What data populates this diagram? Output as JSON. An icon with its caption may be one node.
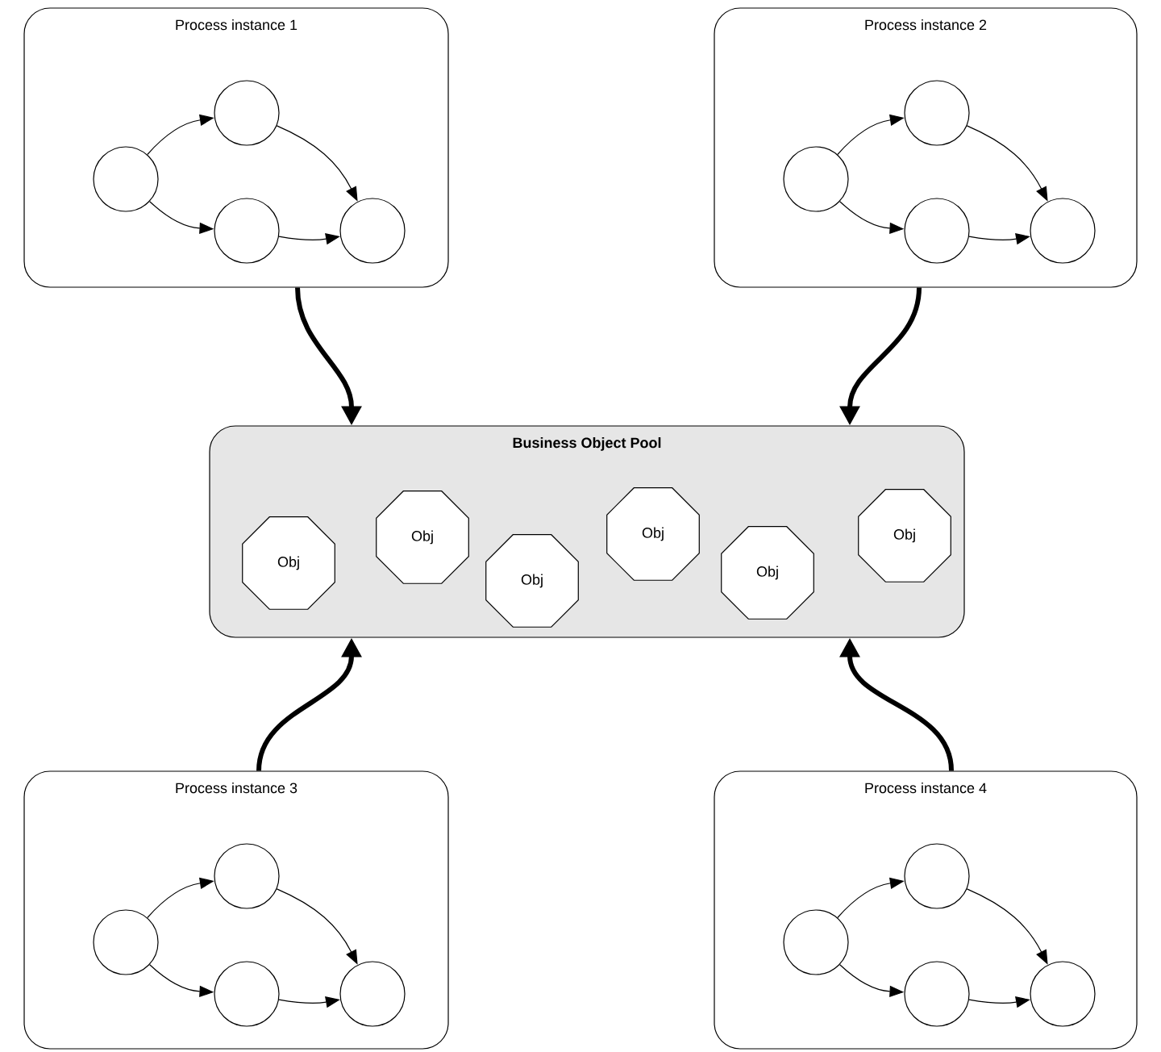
{
  "diagram": {
    "nodes": [
      {
        "text": [
          "Process instance 1"
        ]
      },
      {
        "text": [],
        "shape": "circle",
        "in": 0
      },
      {
        "text": [],
        "shape": "circle",
        "in": 0
      },
      {
        "text": [],
        "shape": "circle",
        "in": 0
      },
      {
        "text": [],
        "shape": "circle",
        "in": 0
      },
      {
        "text": [
          "Process instance 2"
        ]
      },
      {
        "text": [],
        "shape": "circle",
        "in": 5
      },
      {
        "text": [],
        "shape": "circle",
        "in": 5
      },
      {
        "text": [],
        "shape": "circle",
        "in": 5
      },
      {
        "text": [],
        "shape": "circle",
        "in": 5
      },
      {
        "text": [
          "Business Object Pool"
        ]
      },
      {
        "text": [
          "Obj"
        ],
        "in": 10
      },
      {
        "text": [
          "Obj"
        ],
        "in": 10
      },
      {
        "text": [
          "Obj"
        ],
        "in": 10
      },
      {
        "text": [
          "Obj"
        ],
        "in": 10
      },
      {
        "text": [
          "Obj"
        ],
        "in": 10
      },
      {
        "text": [
          "Obj"
        ],
        "in": 10
      },
      {
        "text": [
          "Process instance 3"
        ]
      },
      {
        "text": [],
        "shape": "circle",
        "in": 17
      },
      {
        "text": [],
        "shape": "circle",
        "in": 17
      },
      {
        "text": [],
        "shape": "circle",
        "in": 17
      },
      {
        "text": [],
        "shape": "circle",
        "in": 17
      },
      {
        "text": [
          "Process instance 4"
        ]
      },
      {
        "text": [],
        "shape": "circle",
        "in": 22
      },
      {
        "text": [],
        "shape": "circle",
        "in": 22
      },
      {
        "text": [],
        "shape": "circle",
        "in": 22
      },
      {
        "text": [],
        "shape": "circle",
        "in": 22
      }
    ],
    "edges": [
      {
        "from": 1,
        "to": 2,
        "arrow": "to"
      },
      {
        "from": 1,
        "to": 3,
        "arrow": "to"
      },
      {
        "from": 2,
        "to": 4,
        "arrow": "to"
      },
      {
        "from": 3,
        "to": 4,
        "arrow": "to"
      },
      {
        "from": 6,
        "to": 7,
        "arrow": "to"
      },
      {
        "from": 6,
        "to": 8,
        "arrow": "to"
      },
      {
        "from": 7,
        "to": 9,
        "arrow": "to"
      },
      {
        "from": 8,
        "to": 9,
        "arrow": "to"
      },
      {
        "from": 18,
        "to": 19,
        "arrow": "to"
      },
      {
        "from": 18,
        "to": 20,
        "arrow": "to"
      },
      {
        "from": 19,
        "to": 21,
        "arrow": "to"
      },
      {
        "from": 20,
        "to": 21,
        "arrow": "to"
      },
      {
        "from": 23,
        "to": 24,
        "arrow": "to"
      },
      {
        "from": 23,
        "to": 25,
        "arrow": "to"
      },
      {
        "from": 24,
        "to": 26,
        "arrow": "to"
      },
      {
        "from": 25,
        "to": 26,
        "arrow": "to"
      },
      {
        "from": 0,
        "to": 10,
        "arrow": "to",
        "style": "thick"
      },
      {
        "from": 5,
        "to": 10,
        "arrow": "to",
        "style": "thick"
      },
      {
        "from": 17,
        "to": 10,
        "arrow": "to",
        "style": "thick"
      },
      {
        "from": 22,
        "to": 10,
        "arrow": "to",
        "style": "thick"
      }
    ]
  }
}
